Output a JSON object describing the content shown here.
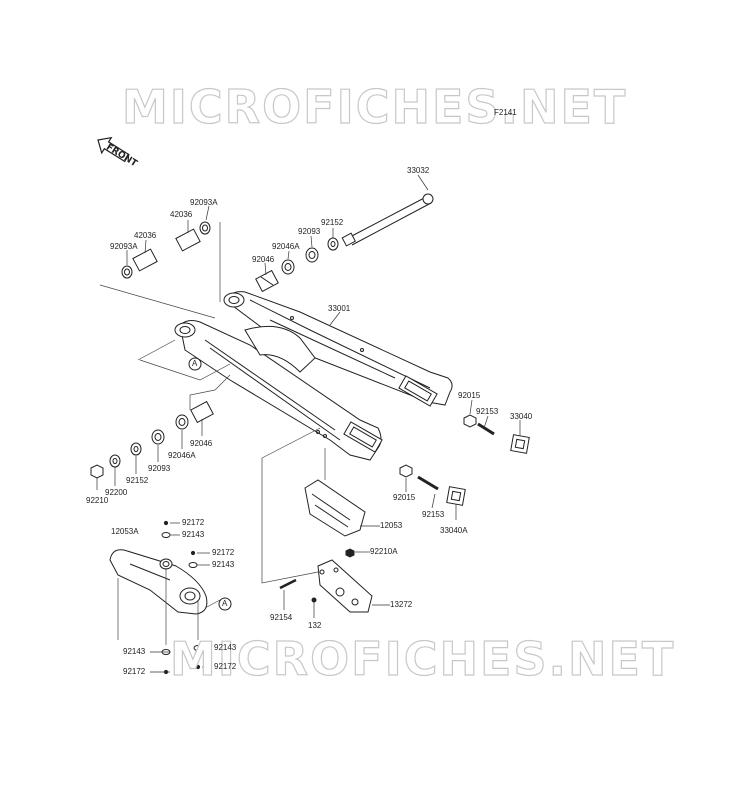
{
  "watermark_top": "MICROFICHES.NET",
  "watermark_bottom": "MICROFICHES.NET",
  "figure_code": "F2141",
  "front_label": "FRONT",
  "callouts": {
    "a_top": "A",
    "a_bottom": "A"
  },
  "part_labels": {
    "p33032": "33032",
    "p92152_top": "92152",
    "p92093_top": "92093",
    "p92093a_top": "92093A",
    "p42036_top": "42036",
    "p42036_left": "42036",
    "p92093a_left": "92093A",
    "p92046a_top": "92046A",
    "p92046_top": "92046",
    "p33001": "33001",
    "p92015_right": "92015",
    "p92153_right": "92153",
    "p33040": "33040",
    "p92046_low": "92046",
    "p92046a_low": "92046A",
    "p92093_low": "92093",
    "p92152_low": "92152",
    "p92200": "92200",
    "p92210": "92210",
    "p92015_low": "92015",
    "p92153_low": "92153",
    "p33040a": "33040A",
    "p12053": "12053",
    "p92210a": "92210A",
    "p13272": "13272",
    "p132": "132",
    "p92154": "92154",
    "p12053a": "12053A",
    "p92172_a": "92172",
    "p92143_a": "92143",
    "p92172_b": "92172",
    "p92143_b": "92143",
    "p92143_c": "92143",
    "p92172_c": "92172",
    "p92143_d": "92143",
    "p92172_d": "92172"
  }
}
